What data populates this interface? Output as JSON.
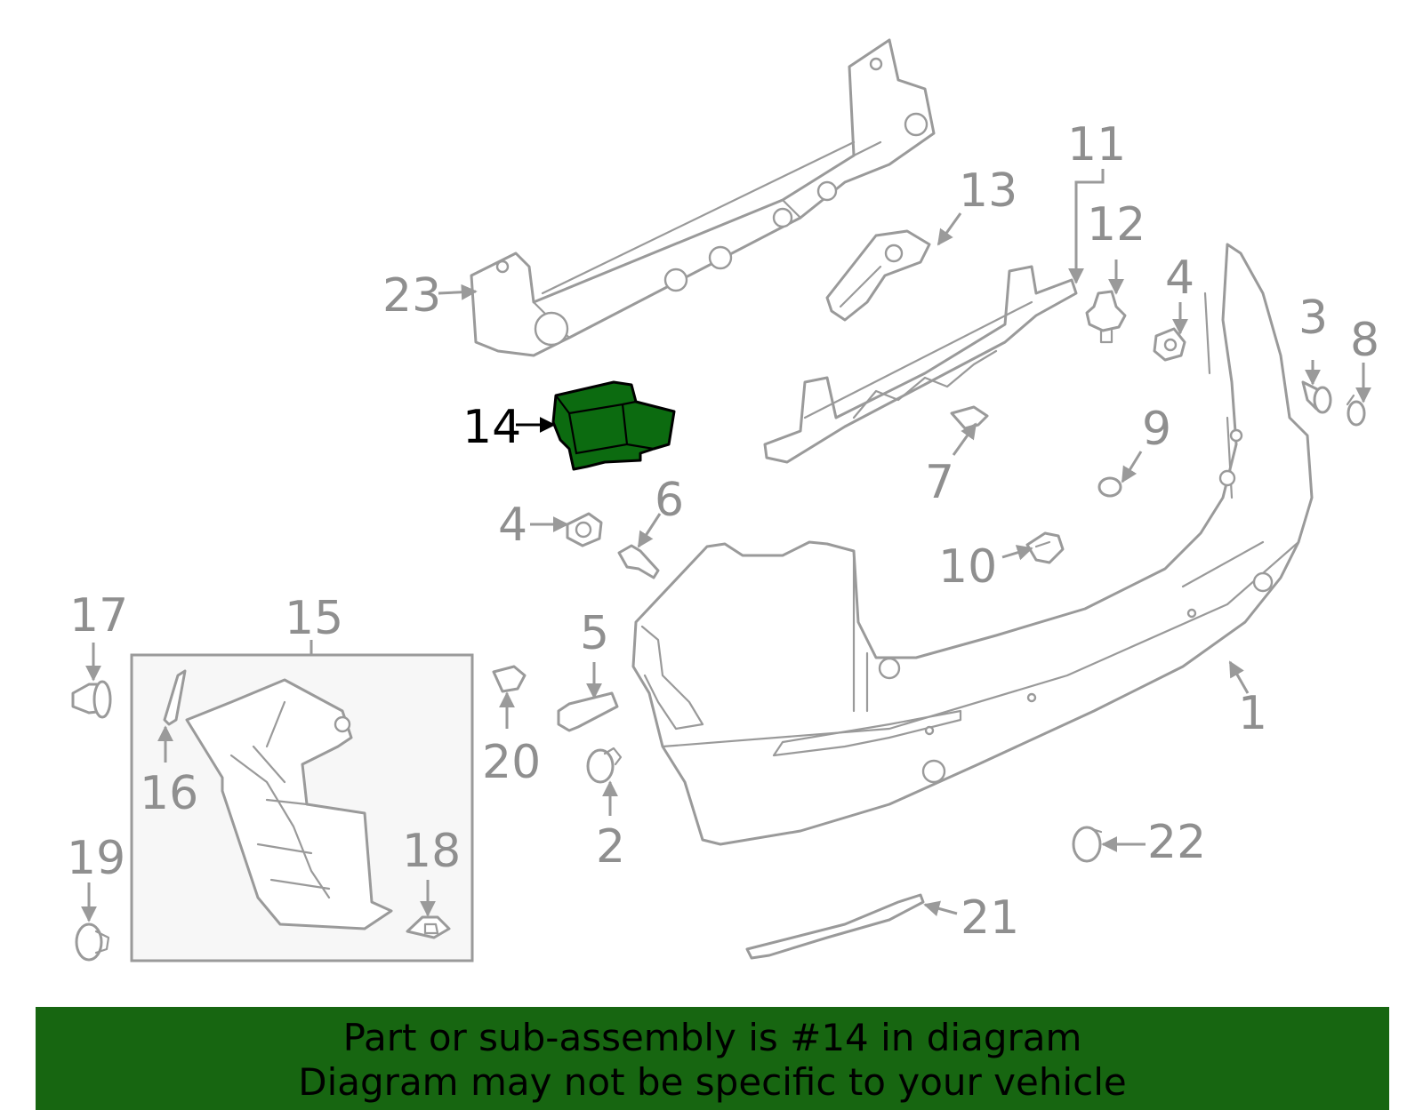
{
  "diagram": {
    "highlighted_part": "14",
    "callouts": [
      "1",
      "2",
      "3",
      "4",
      "4",
      "5",
      "6",
      "7",
      "8",
      "9",
      "10",
      "11",
      "12",
      "13",
      "14",
      "15",
      "16",
      "17",
      "18",
      "19",
      "20",
      "21",
      "22",
      "23"
    ],
    "colors": {
      "highlight": "#0c6b10",
      "line": "#9a9a9a",
      "footer_bg": "#176611"
    }
  },
  "footer": {
    "line1": "Part or sub-assembly is #14 in diagram",
    "line2": "Diagram may not be specific to your vehicle"
  }
}
